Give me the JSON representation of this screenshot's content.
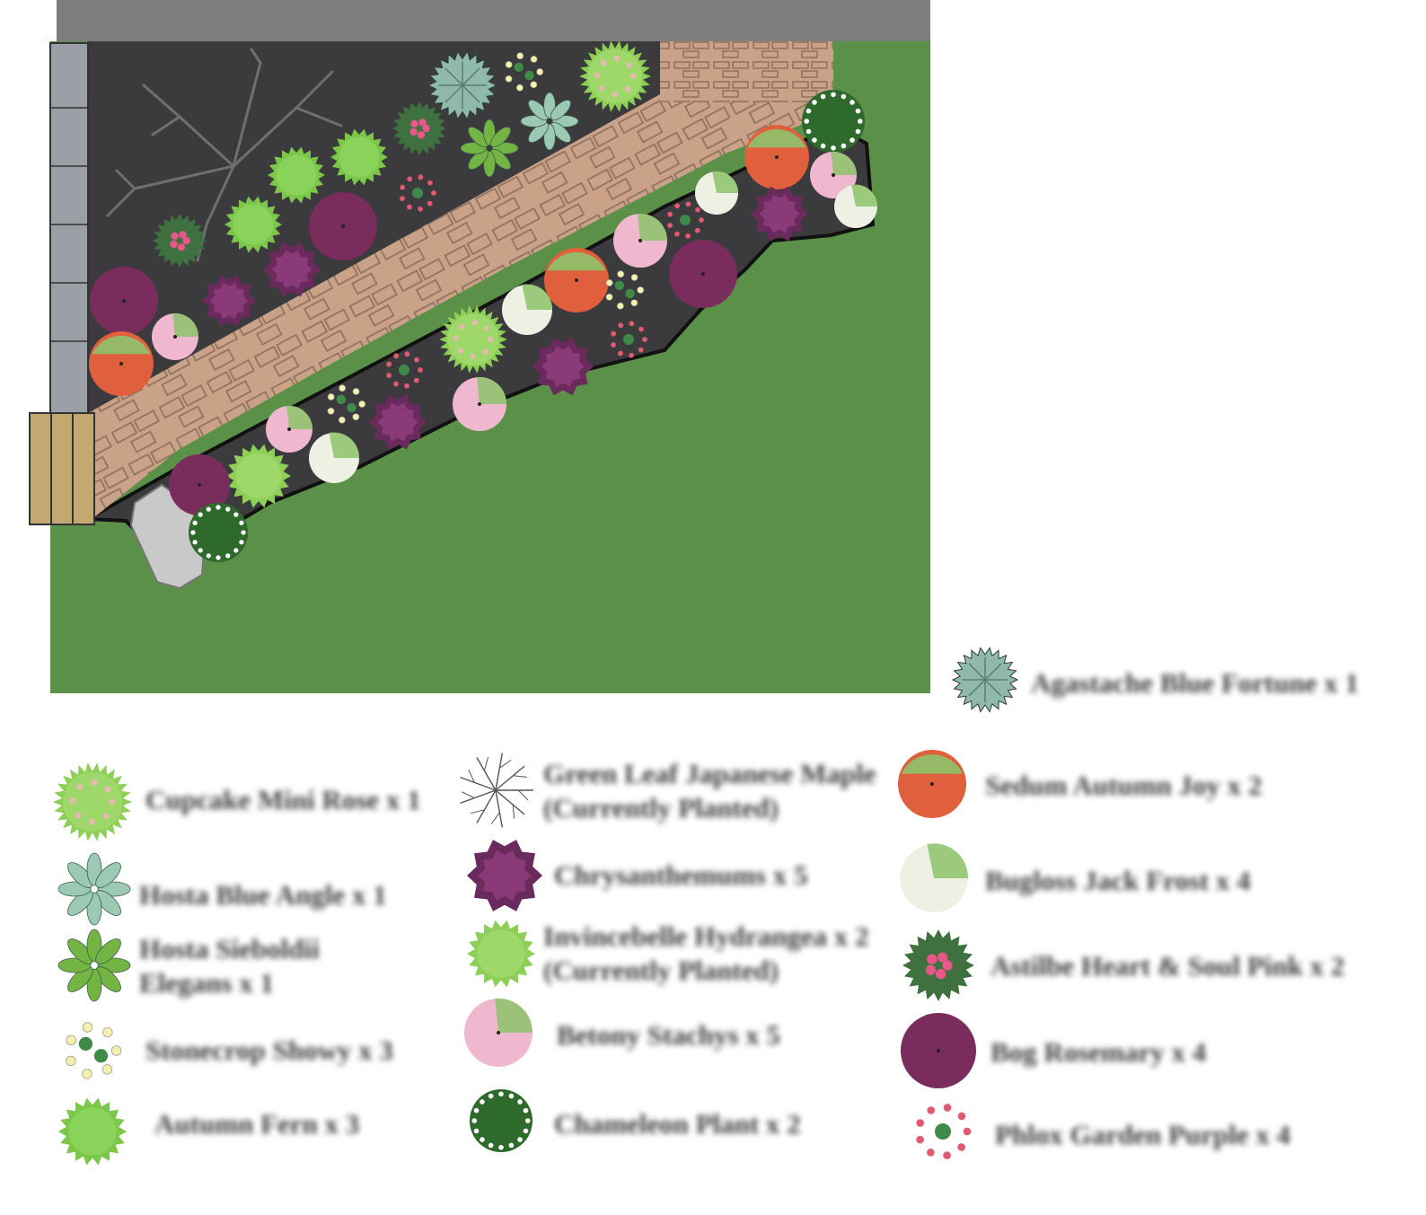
{
  "colors": {
    "lawn": "#5b9048",
    "mulch": "#3b3b3d",
    "house_wall": "#7d7d7d",
    "path": "#c9a287",
    "path_lines": "#8c6f5c",
    "fence": "#9aa0a6",
    "bench": "#c3a86f",
    "boulder": "#c9c9c9",
    "bed_edge": "#1a1a1a"
  },
  "legend": [
    {
      "id": "agastache",
      "label": "Agastache Blue Fortune x 1",
      "icon": "agastache-icon",
      "color": "#8fb9a8"
    },
    {
      "id": "cupcake_rose",
      "label": "Cupcake Mini Rose x 1",
      "icon": "cupcake-rose-icon",
      "color": "#8dcf57"
    },
    {
      "id": "maple",
      "label": "Green Leaf Japanese Maple (Currently Planted)",
      "icon": "japanese-maple-icon",
      "color": "#ffffff"
    },
    {
      "id": "sedum",
      "label": "Sedum Autumn Joy x 2",
      "icon": "sedum-icon",
      "color": "#e0603e"
    },
    {
      "id": "hosta_blue",
      "label": "Hosta Blue Angle x 1",
      "icon": "hosta-blue-icon",
      "color": "#9bc9b3"
    },
    {
      "id": "chrysanthemum",
      "label": "Chrysanthemums x 5",
      "icon": "chrysanthemum-icon",
      "color": "#6b2a5c"
    },
    {
      "id": "brunnera",
      "label": "Bugloss Jack Frost x 4",
      "icon": "bugloss-icon",
      "color": "#eef0e4"
    },
    {
      "id": "hosta_sieb",
      "label": "Hosta Sieboldii Elegans x 1",
      "icon": "hosta-sieboldii-icon",
      "color": "#74b443"
    },
    {
      "id": "hydrangea",
      "label": "Invincebelle Hydrangea x 2 (Currently Planted)",
      "icon": "hydrangea-icon",
      "color": "#8dcf57"
    },
    {
      "id": "astilbe",
      "label": "Astilbe Heart & Soul Pink x 2",
      "icon": "astilbe-icon",
      "color": "#3f7040"
    },
    {
      "id": "stonecrop",
      "label": "Stonecrop Showy x 3",
      "icon": "stonecrop-icon",
      "color": "#f4f0b0"
    },
    {
      "id": "betony",
      "label": "Betony Stachys x 5",
      "icon": "betony-icon",
      "color": "#f0b8cf"
    },
    {
      "id": "bog_rosemary",
      "label": "Bog Rosemary x 4",
      "icon": "bog-rosemary-icon",
      "color": "#7a2c5c"
    },
    {
      "id": "fern",
      "label": "Autumn Fern x 3",
      "icon": "autumn-fern-icon",
      "color": "#7cc64a"
    },
    {
      "id": "chameleon",
      "label": "Chameleon Plant x 2",
      "icon": "chameleon-plant-icon",
      "color": "#2e6a2c"
    },
    {
      "id": "phlox",
      "label": "Phlox Garden Purple x 4",
      "icon": "phlox-icon",
      "color": "#e05a70"
    }
  ]
}
